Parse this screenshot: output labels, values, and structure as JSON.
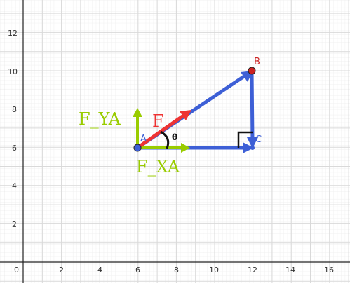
{
  "axes": {
    "x_ticks": [
      "0",
      "2",
      "4",
      "6",
      "8",
      "10",
      "12",
      "14",
      "16"
    ],
    "y_ticks": [
      "2",
      "4",
      "6",
      "8",
      "10",
      "12"
    ]
  },
  "points": {
    "A": {
      "label": "A",
      "x": 6,
      "y": 6
    },
    "B": {
      "label": "B",
      "x": 12,
      "y": 10
    },
    "C": {
      "label": "C",
      "x": 12,
      "y": 6
    }
  },
  "labels": {
    "force": "F",
    "fy": "F_YA",
    "fx": "F_XA",
    "angle": "θ"
  },
  "colors": {
    "blue": "#3d5fd6",
    "red": "#ee3333",
    "green": "#99cc00",
    "point_A": "#3d5fd6",
    "point_B": "#cc2222"
  }
}
